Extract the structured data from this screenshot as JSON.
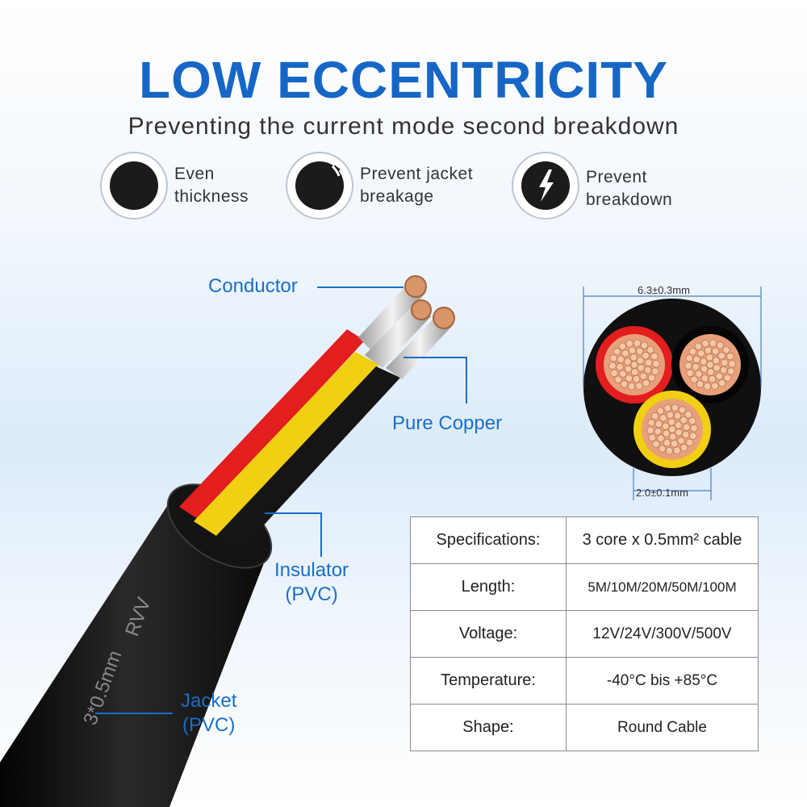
{
  "header": {
    "title": "LOW ECCENTRICITY",
    "subtitle": "Preventing the current mode second breakdown"
  },
  "features": [
    {
      "icon": "solid-circle-icon",
      "line1": "Even",
      "line2": "thickness"
    },
    {
      "icon": "chipped-circle-icon",
      "line1": "Prevent jacket",
      "line2": "breakage"
    },
    {
      "icon": "lightning-icon",
      "line1": "Prevent",
      "line2": "breakdown"
    }
  ],
  "callouts": {
    "conductor": "Conductor",
    "pure_copper": "Pure Copper",
    "insulator_line1": "Insulator",
    "insulator_line2": "(PVC)",
    "jacket_line1": "Jacket",
    "jacket_line2": "(PVC)"
  },
  "cable_print": {
    "brand": "RVV",
    "size": "3*0.5mm"
  },
  "cross_section": {
    "outer_diameter": "6.3±0.3mm",
    "core_diameter": "2.0±0.1mm"
  },
  "specs": [
    {
      "label": "Specifications:",
      "value": "3 core x 0.5mm² cable"
    },
    {
      "label": "Length:",
      "value": "5M/10M/20M/50M/100M"
    },
    {
      "label": "Voltage:",
      "value": "12V/24V/300V/500V"
    },
    {
      "label": "Temperature:",
      "value": "-40°C bis +85°C"
    },
    {
      "label": "Shape:",
      "value": "Round Cable"
    }
  ],
  "colors": {
    "accent_blue": "#1666c6",
    "red_core": "#e21e1e",
    "yellow_core": "#f1cf12",
    "black_core": "#1a1a1a",
    "copper": "#d9956a"
  }
}
